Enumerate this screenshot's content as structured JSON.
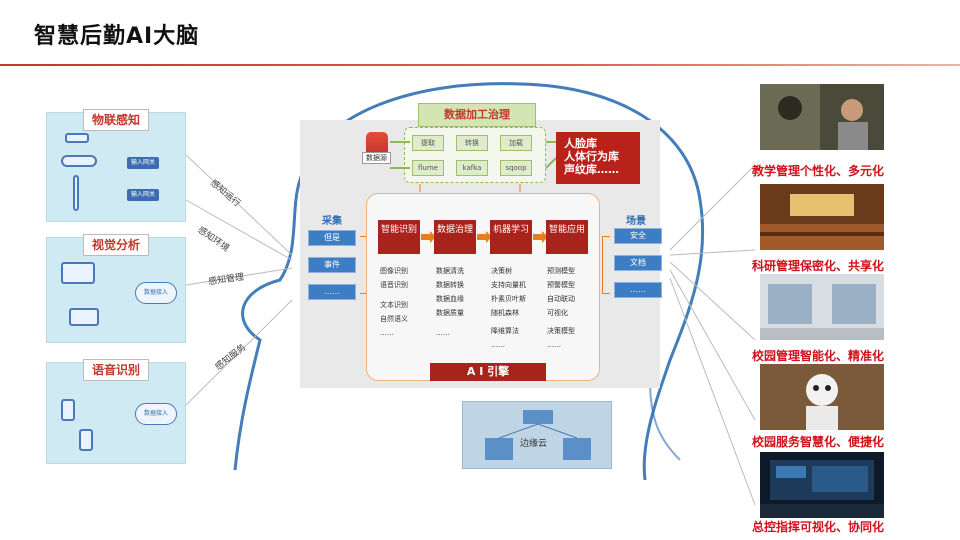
{
  "title": "智慧后勤AI大脑",
  "left_panels": [
    {
      "title": "物联感知",
      "chips": [
        "输入网关",
        "输入网关"
      ]
    },
    {
      "title": "视觉分析",
      "cloud": "数据接入"
    },
    {
      "title": "语音识别",
      "cloud": "数据接入"
    }
  ],
  "edge_labels": [
    "感知运行",
    "感知环境",
    "感知管理",
    "感知服务"
  ],
  "etl": {
    "title": "数据加工治理",
    "row1": [
      "提取",
      "转换",
      "加载"
    ],
    "row2": [
      "flume",
      "kafka",
      "sqoop"
    ]
  },
  "db_label": "数据源",
  "human_db": [
    "人脸库",
    "人体行为库",
    "声纹库……"
  ],
  "collect": {
    "title": "采集",
    "items": [
      "但是",
      "事件",
      "……"
    ]
  },
  "scene": {
    "title": "场景",
    "items": [
      "安全",
      "文档",
      "……"
    ]
  },
  "stages": [
    {
      "label": "智能识别",
      "items": [
        "图像识别",
        "语音识别",
        "",
        "文本识别",
        "自然语义",
        "……"
      ]
    },
    {
      "label": "数据治理",
      "items": [
        "数据清洗",
        "数据转换",
        "数据血缘",
        "数据质量",
        "",
        "……"
      ]
    },
    {
      "label": "机器学习",
      "items": [
        "决策树",
        "支持向量机",
        "朴素贝叶斯",
        "随机森林",
        "",
        "降维算法",
        "……"
      ]
    },
    {
      "label": "智能应用",
      "items": [
        "预测模型",
        "预警模型",
        "自动联动",
        "可视化",
        "",
        "决策模型",
        "……"
      ]
    }
  ],
  "engine_label": "A  I 引擎",
  "edge_cloud": "边缘云",
  "captions": [
    "教学管理个性化、多元化",
    "科研管理保密化、共享化",
    "校园管理智能化、精准化",
    "校园服务智慧化、便捷化",
    "总控指挥可视化、协同化"
  ],
  "colors": {
    "accent_red": "#c0392b",
    "panel_blue": "#cfeaf3",
    "stage_red": "#a8231b",
    "etl_green": "#d3e5b3",
    "side_blue": "#3c7dc4"
  }
}
